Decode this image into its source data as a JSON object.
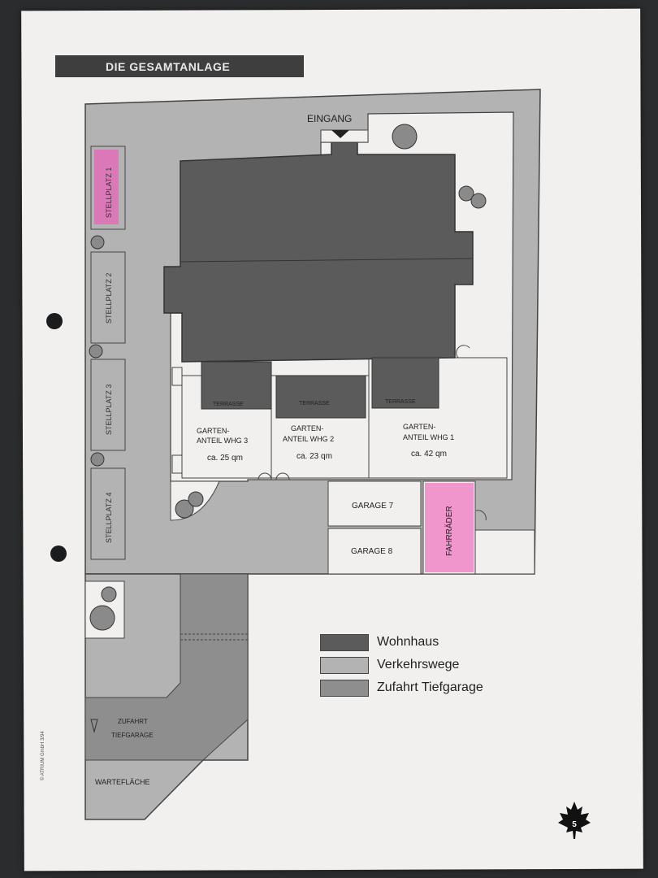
{
  "title": "DIE GESAMTANLAGE",
  "entrance": "EINGANG",
  "parking": [
    "STELLPLATZ 1",
    "STELLPLATZ 2",
    "STELLPLATZ 3",
    "STELLPLATZ 4"
  ],
  "terraces": [
    "TERRASSE",
    "TERRASSE",
    "TERRASSE"
  ],
  "gardens": [
    {
      "line1": "GARTEN-",
      "line2": "ANTEIL WHG 3",
      "area": "ca. 25 qm"
    },
    {
      "line1": "GARTEN-",
      "line2": "ANTEIL WHG 2",
      "area": "ca. 23 qm"
    },
    {
      "line1": "GARTEN-",
      "line2": "ANTEIL WHG 1",
      "area": "ca. 42 qm"
    }
  ],
  "garages": [
    "GARAGE 7",
    "GARAGE 8"
  ],
  "bikes": "FAHRRÄDER",
  "ramp": {
    "line1": "ZUFAHRT",
    "line2": "TIEFGARAGE"
  },
  "waiting_area": "WARTEFLÄCHE",
  "legend": [
    {
      "label": "Wohnhaus",
      "color": "#5b5b5b"
    },
    {
      "label": "Verkehrswege",
      "color": "#b3b3b3"
    },
    {
      "label": "Zufahrt Tiefgarage",
      "color": "#8e8e8e"
    }
  ],
  "page_number": "5",
  "side_note": "© ATRIUM GmbH 3/94",
  "colors": {
    "building": "#5b5b5b",
    "traffic": "#b3b3b3",
    "ramp": "#8e8e8e",
    "highlight": "#f08cc8",
    "paper": "#f1f0ee"
  }
}
